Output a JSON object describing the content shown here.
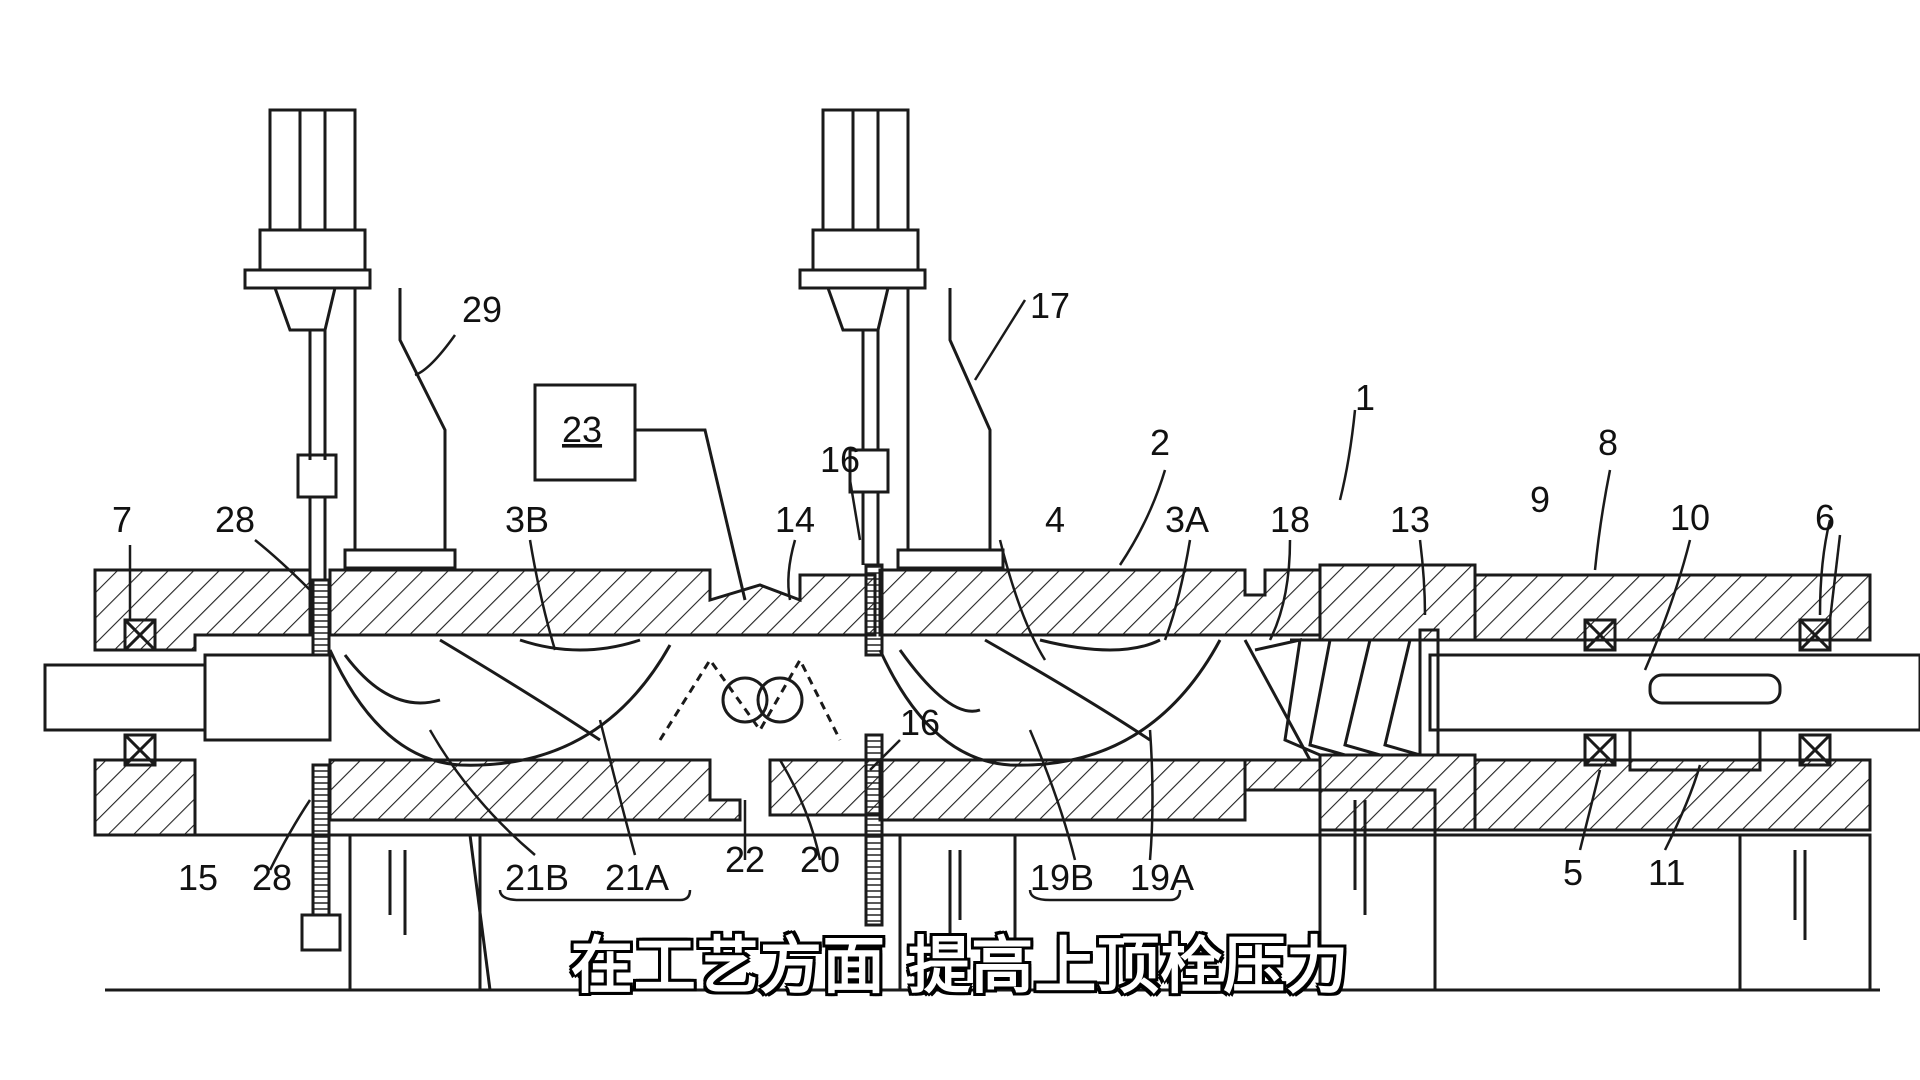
{
  "labels": {
    "l1": "1",
    "l2": "2",
    "l3A": "3A",
    "l3B": "3B",
    "l4": "4",
    "l5": "5",
    "l6": "6",
    "l7": "7",
    "l8": "8",
    "l9": "9",
    "l10": "10",
    "l11": "11",
    "l13": "13",
    "l14": "14",
    "l15": "15",
    "l16a": "16",
    "l16b": "16",
    "l17": "17",
    "l18": "18",
    "l19A": "19A",
    "l19B": "19B",
    "l20": "20",
    "l21A": "21A",
    "l21B": "21B",
    "l22": "22",
    "l23": "23",
    "l28a": "28",
    "l28b": "28",
    "l29": "29"
  },
  "subtitle": "在工艺方面 提高上顶栓压力"
}
